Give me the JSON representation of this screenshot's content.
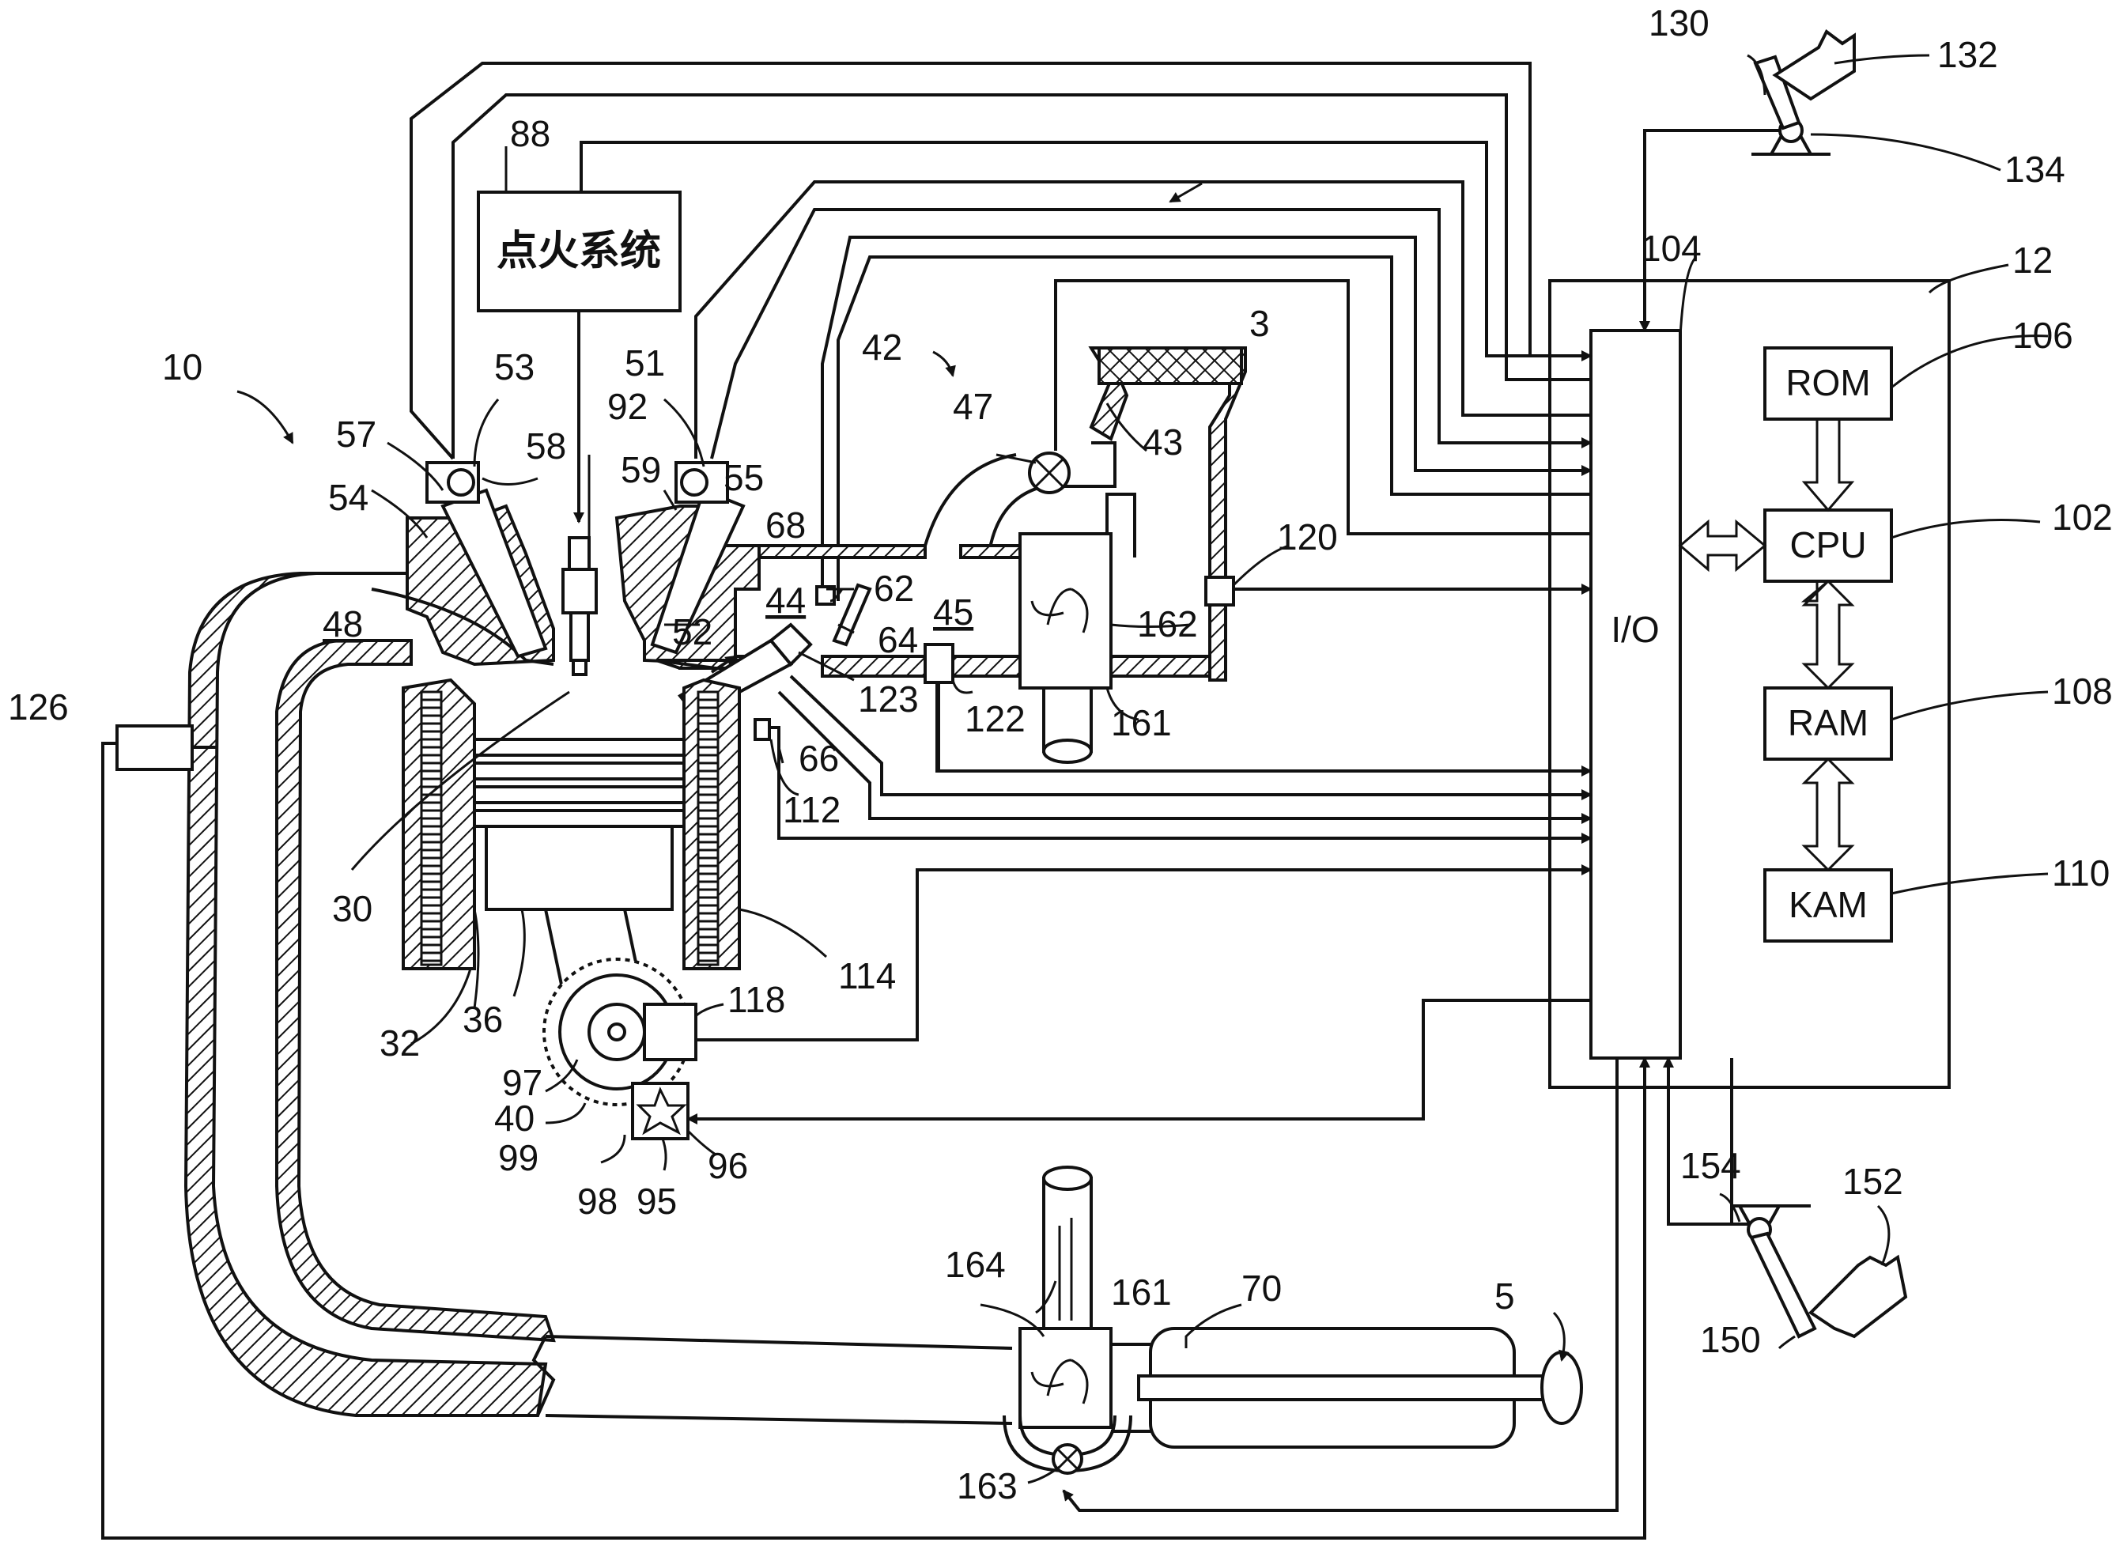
{
  "ignition_system": {
    "ref": "88",
    "label": "点火系统"
  },
  "controller": {
    "ref": "12",
    "io": {
      "ref": "104",
      "label": "I/O"
    },
    "rom": {
      "ref": "106",
      "label": "ROM"
    },
    "cpu": {
      "ref": "102",
      "label": "CPU"
    },
    "ram": {
      "ref": "108",
      "label": "RAM"
    },
    "kam": {
      "ref": "110",
      "label": "KAM"
    }
  },
  "refs": {
    "engine": "10",
    "intake_valve_cam": "51",
    "exhaust_valve_cam": "53",
    "intake_valve": "52",
    "exhaust_valve": "54",
    "intake_cam_sensor": "55",
    "exhaust_cam_sensor": "57",
    "vct_exhaust": "58",
    "vct_intake": "59",
    "spark_plug": "92",
    "combustion_chamber": "30",
    "cylinder_walls": "32",
    "piston": "36",
    "crankshaft": "40",
    "flywheel_ring_gear": "99",
    "crank_pulley": "97",
    "starter": "96",
    "starter_pinion": "98",
    "starter_shaft": "95",
    "hall_sensor": "118",
    "coolant_sensor": "112",
    "cooling_sleeve": "114",
    "exhaust_manifold": "48",
    "exhaust_sensor": "126",
    "intake_manifold": "44",
    "boost_chamber": "45",
    "throttle": "62",
    "throttle_plate": "64",
    "throttle_position": "68",
    "fuel_injector": "66",
    "fuel_rail": "123",
    "map_sensor": "122",
    "compressor": "162",
    "shaft": "161",
    "turbine": "164",
    "wastegate": "163",
    "bypass_valve": "47",
    "bypass_passage": "42",
    "air_filter": "43",
    "air_inlet": "3",
    "maf_sensor": "120",
    "emission_device": "70",
    "exhaust_flow": "5",
    "pedal": "130",
    "foot": "132",
    "pedal_sensor": "134",
    "brake_pedal": "150",
    "brake_foot": "152",
    "brake_sensor": "154"
  }
}
